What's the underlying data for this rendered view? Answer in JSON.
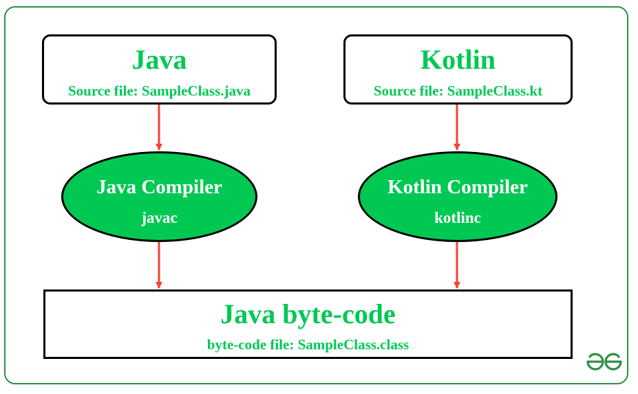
{
  "java_box": {
    "title": "Java",
    "subtitle": "Source file: SampleClass.java"
  },
  "kotlin_box": {
    "title": "Kotlin",
    "subtitle": "Source file: SampleClass.kt"
  },
  "java_compiler": {
    "title": "Java Compiler",
    "subtitle": "javac"
  },
  "kotlin_compiler": {
    "title": "Kotlin Compiler",
    "subtitle": "kotlinc"
  },
  "bytecode_box": {
    "title": "Java byte-code",
    "subtitle": "byte-code file: SampleClass.class"
  },
  "logo": {
    "icon": "geeksforgeeks-logo-icon"
  },
  "colors": {
    "accent_green": "#00c853",
    "frame_green": "#2f8d46",
    "arrow_red": "#f44336",
    "border": "#000000"
  }
}
